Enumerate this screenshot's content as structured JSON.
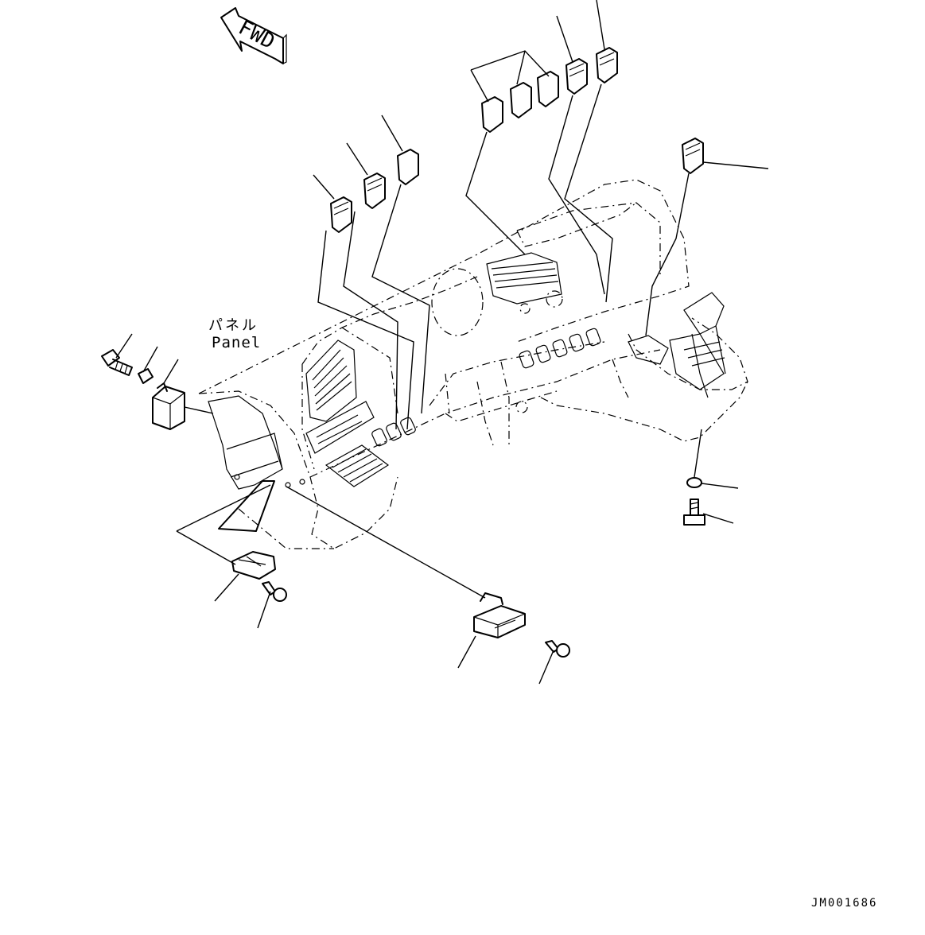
{
  "diagram": {
    "direction_arrow": {
      "text": "FWD",
      "icon": "forward-arrow-icon"
    },
    "panel_label_jp": "パネル",
    "panel_label_en": "Panel",
    "drawing_number": "JM001686"
  }
}
